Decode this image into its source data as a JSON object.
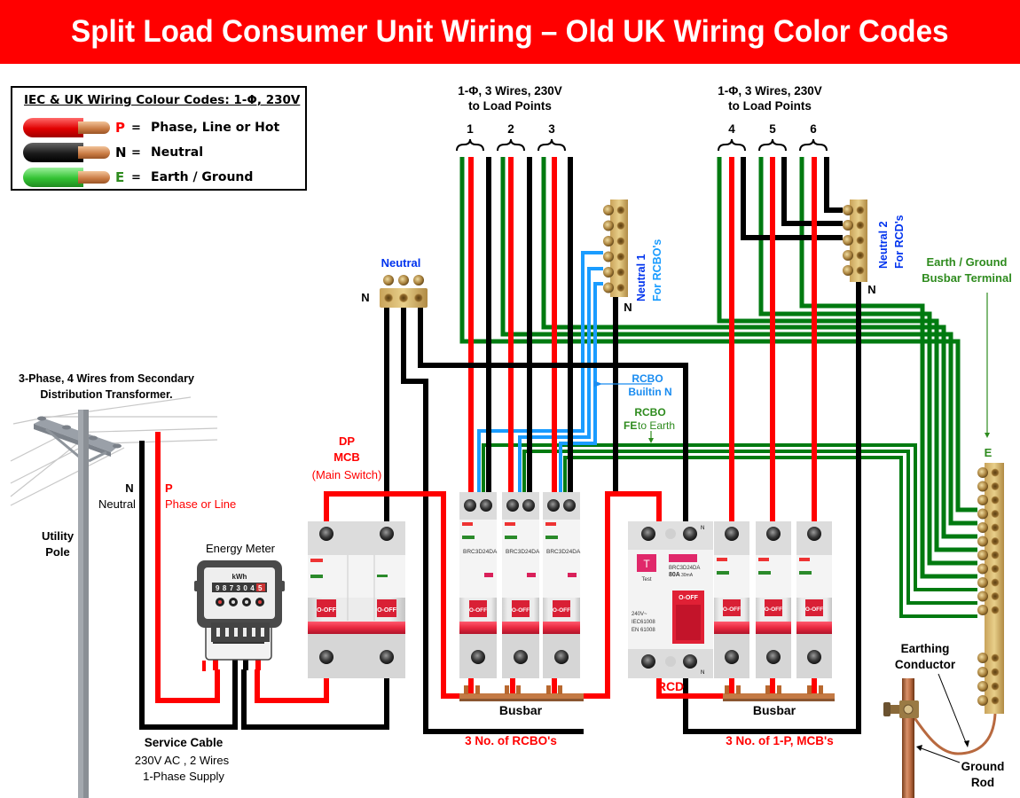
{
  "title": "Split Load Consumer Unit Wiring – Old UK Wiring Color Codes",
  "colors": {
    "phase": "#ff0000",
    "neutral": "#000000",
    "earth": "#007a10",
    "rcbo_neutral": "#1a9cff",
    "label_blue": "#0033ee",
    "title_bg": "#ff0000"
  },
  "legend": {
    "title": "IEC & UK Wiring Colour Codes: 1-Φ, 230V",
    "items": [
      {
        "key": "P",
        "eq": "=",
        "text": "Phase, Line or  Hot",
        "color": "#ff0000"
      },
      {
        "key": "N",
        "eq": "=",
        "text": "Neutral",
        "color": "#000000"
      },
      {
        "key": "E",
        "eq": "=",
        "text": "Earth / Ground",
        "color": "#2e8b1e"
      }
    ]
  },
  "load_groups": [
    {
      "line1": "1-Φ, 3 Wires, 230V",
      "line2": "to Load Points",
      "points": [
        "1",
        "2",
        "3"
      ]
    },
    {
      "line1": "1-Φ, 3 Wires, 230V",
      "line2": "to Load Points",
      "points": [
        "4",
        "5",
        "6"
      ]
    }
  ],
  "labels": {
    "neutral_main": "Neutral",
    "n": "N",
    "neutral1_line1": "Neutral 1",
    "neutral1_line2": "For RCBO's",
    "neutral2_line1": "Neutral 2",
    "neutral2_line2": "For RCD's",
    "earth_busbar_line1": "Earth / Ground",
    "earth_busbar_line2": "Busbar Terminal",
    "earth_e": "E",
    "transformer_line1": "3-Phase, 4 Wires from Secondary",
    "transformer_line2": "Distribution Transformer.",
    "pole_line1": "Utility",
    "pole_line2": "Pole",
    "supply_n": "N",
    "supply_neutral": "Neutral",
    "supply_p": "P",
    "supply_phase": "Phase or Line",
    "energy_meter": "Energy Meter",
    "meter_unit": "kWh",
    "meter_reading": "987304",
    "meter_last_digit": "5",
    "dp_mcb_line1": "DP",
    "dp_mcb_line2": "MCB",
    "dp_mcb_line3": "(Main Switch)",
    "rcbo_builtin_line1": "RCBO",
    "rcbo_builtin_line2": "Builtin N",
    "rcbo_fe_line1": "RCBO",
    "rcbo_fe_line2a": "FE",
    "rcbo_fe_line2b": " to Earth",
    "rcd": "RCD",
    "busbar": "Busbar",
    "rcbo_count": "3 No. of RCBO's",
    "mcb_count": "3 No. of 1-P, MCB's",
    "service_cable_line1": "Service Cable",
    "service_cable_line2": "230V AC , 2 Wires",
    "service_cable_line3": "1-Phase Supply",
    "earthing_conductor_line1": "Earthing",
    "earthing_conductor_line2": "Conductor",
    "ground_rod_line1": "Ground",
    "ground_rod_line2": "Rod"
  },
  "devices": {
    "switch_label": "O-OFF",
    "rcbo_model": "BRC3D24DA",
    "rcd": {
      "test": "T",
      "test_label": "Test",
      "model": "BRC3D24DA",
      "rating": "80A",
      "sensitivity": "30mA",
      "voltage": "240V~",
      "std1": "IEC61008",
      "std2": "EN 61008",
      "n_mark": "N"
    }
  }
}
